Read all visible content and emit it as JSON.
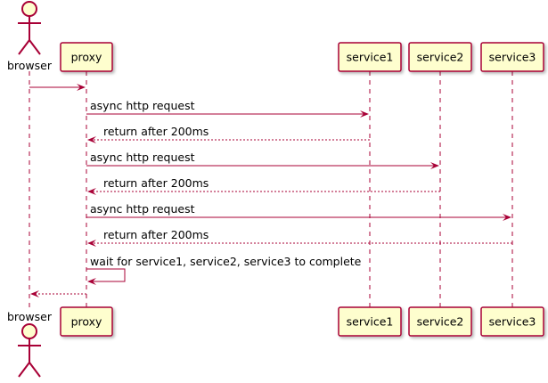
{
  "diagram": {
    "colors": {
      "line": "#A80036",
      "box_fill": "#FEFECE",
      "background": "#FFFFFF",
      "text": "#000000"
    },
    "participants": [
      {
        "id": "browser",
        "label": "browser",
        "kind": "actor"
      },
      {
        "id": "proxy",
        "label": "proxy",
        "kind": "participant"
      },
      {
        "id": "service1",
        "label": "service1",
        "kind": "participant"
      },
      {
        "id": "service2",
        "label": "service2",
        "kind": "participant"
      },
      {
        "id": "service3",
        "label": "service3",
        "kind": "participant"
      }
    ],
    "messages": [
      {
        "from": "browser",
        "to": "proxy",
        "label": "",
        "style": "solid"
      },
      {
        "from": "proxy",
        "to": "service1",
        "label": "async http request",
        "style": "solid"
      },
      {
        "from": "service1",
        "to": "proxy",
        "label": "return after 200ms",
        "style": "dashed"
      },
      {
        "from": "proxy",
        "to": "service2",
        "label": "async http request",
        "style": "solid"
      },
      {
        "from": "service2",
        "to": "proxy",
        "label": "return after 200ms",
        "style": "dashed"
      },
      {
        "from": "proxy",
        "to": "service3",
        "label": "async http request",
        "style": "solid"
      },
      {
        "from": "service3",
        "to": "proxy",
        "label": "return after 200ms",
        "style": "dashed"
      },
      {
        "from": "proxy",
        "to": "proxy",
        "label": "wait for service1, service2, service3 to complete",
        "style": "solid"
      },
      {
        "from": "proxy",
        "to": "browser",
        "label": "",
        "style": "dashed"
      }
    ]
  }
}
